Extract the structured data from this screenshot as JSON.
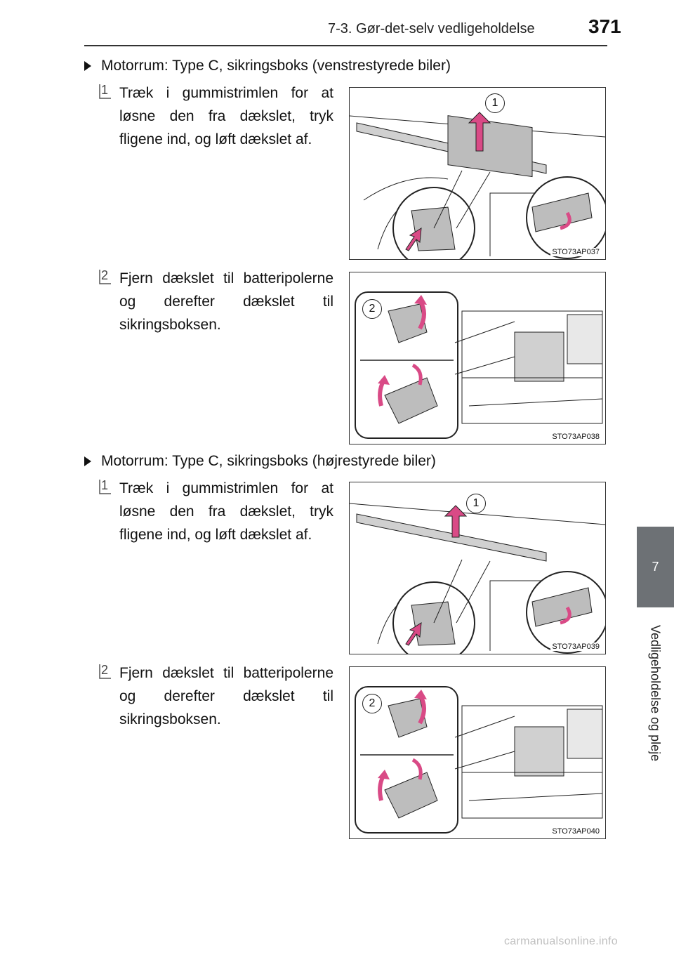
{
  "header": {
    "section_title": "7-3. Gør-det-selv vedligeholdelse",
    "page_number": "371"
  },
  "side_tab": {
    "chapter_number": "7",
    "chapter_title": "Vedligeholdelse og pleje"
  },
  "sections": [
    {
      "heading": "Motorrum: Type C, sikringsboks (venstrestyrede biler)",
      "steps": [
        {
          "badge": "1",
          "text": "Træk i gummistrimlen for at løsne den fra dækslet, tryk fligene ind, og løft dækslet af.",
          "figure_code": "STO73AP037",
          "callout": "1"
        },
        {
          "badge": "2",
          "text": "Fjern dækslet til batteripolerne og derefter dækslet til sikringsboksen.",
          "figure_code": "STO73AP038",
          "callout": "2"
        }
      ]
    },
    {
      "heading": "Motorrum: Type C, sikringsboks (højrestyrede biler)",
      "steps": [
        {
          "badge": "1",
          "text": "Træk i gummistrimlen for at løsne den fra dækslet, tryk fligene ind, og løft dækslet af.",
          "figure_code": "STO73AP039",
          "callout": "1"
        },
        {
          "badge": "2",
          "text": "Fjern dækslet til batteripolerne og derefter dækslet til sikringsboksen.",
          "figure_code": "STO73AP040",
          "callout": "2"
        }
      ]
    }
  ],
  "watermark": "carmanualsonline.info",
  "colors": {
    "arrow": "#d94a86",
    "tab": "#6d7175"
  },
  "icons": {
    "bullet": "triangle-bullet-icon"
  }
}
